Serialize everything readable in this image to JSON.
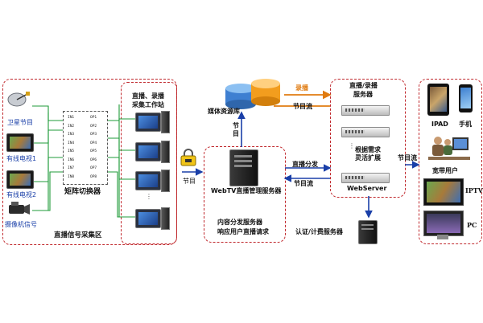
{
  "zones": {
    "acquisition": "直播信号采集区"
  },
  "sources": [
    {
      "label": "卫星节目"
    },
    {
      "label": "有线电视1"
    },
    {
      "label": "有线电视2"
    },
    {
      "label": "摄像机信号"
    }
  ],
  "matrix": {
    "label": "矩阵切换器",
    "inputs": [
      "IN1",
      "IN2",
      "IN3",
      "IN4",
      "IN5",
      "IN6",
      "IN7",
      "IN8"
    ],
    "outputs": [
      "OP1",
      "OP2",
      "OP3",
      "OP4",
      "OP5",
      "OP6",
      "OP7",
      "OP8"
    ]
  },
  "workstations": {
    "label_line1": "直播、录播",
    "label_line2": "采集工作站"
  },
  "media_library": "媒体资源库",
  "edge_labels": {
    "record": "录播",
    "program_stream": "节目流",
    "program_vertical": "节目",
    "program_left": "节目",
    "live_distribute": "直播分发",
    "program_stream_2": "节目流",
    "program_stream_right": "节目流"
  },
  "webtv": {
    "title": "WebTV直播管理服务器",
    "desc_line1": "内容分发服务器",
    "desc_line2": "响应用户直播请求"
  },
  "servers": {
    "title_line1": "直播/录播",
    "title_line2": "服务器",
    "expand_line1": "根据需求",
    "expand_line2": "灵活扩展",
    "webserver": "WebServer"
  },
  "auth_server": "认证/计费服务器",
  "clients": {
    "ipad": "IPAD",
    "phone": "手机",
    "broadband": "宽带用户",
    "iptv": "IPTV",
    "pc": "PC"
  },
  "colors": {
    "zone_border": "#c0282d",
    "wire_green": "#1f9b3a",
    "arrow_blue": "#1a3fa8",
    "stream_orange": "#e07b10"
  }
}
